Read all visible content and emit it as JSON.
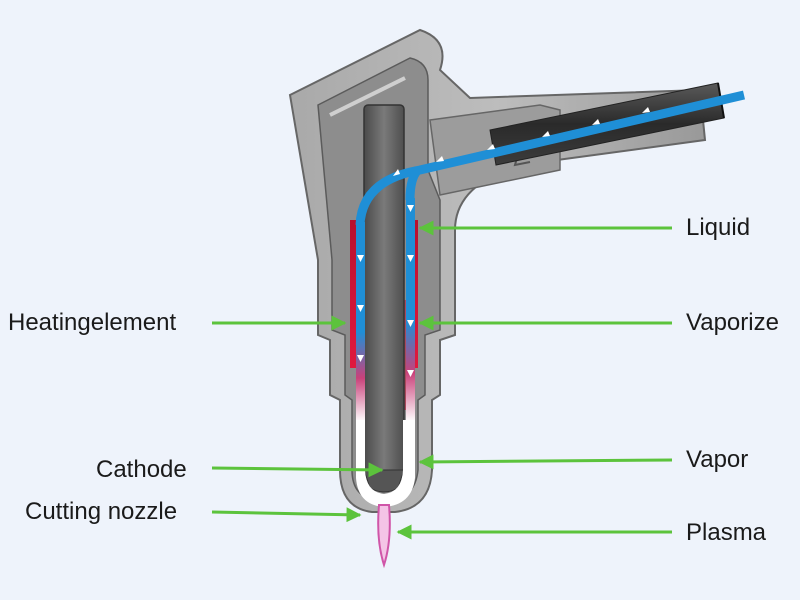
{
  "labels": {
    "liquid": "Liquid",
    "heating_element": "Heatingelement",
    "vaporize": "Vaporize",
    "cathode": "Cathode",
    "vapor": "Vapor",
    "cutting_nozzle": "Cutting nozzle",
    "plasma": "Plasma"
  },
  "colors": {
    "background": "#eef3fb",
    "arrow": "#5cc33c",
    "liquid_flow": "#1f8fd6",
    "heating": "#cc1133",
    "plasma": "#e27fc1",
    "body_gray": "#9a9a9a"
  }
}
